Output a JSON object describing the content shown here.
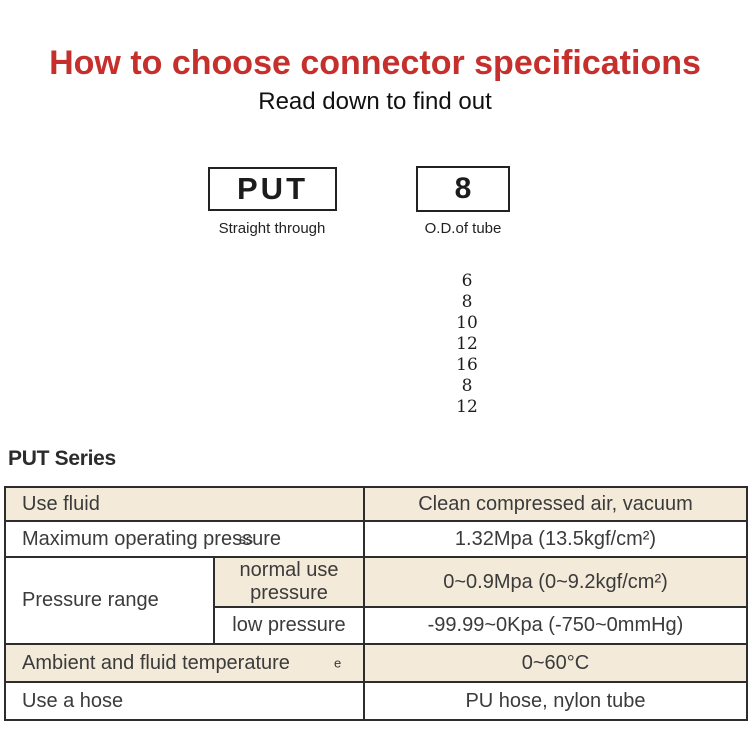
{
  "header": {
    "title": "How to choose connector specifications",
    "subtitle": "Read down to find out"
  },
  "selector": {
    "type_box": {
      "code": "PUT",
      "caption": "Straight through"
    },
    "size_box": {
      "value": "8",
      "caption": "O.D.of tube"
    },
    "size_options": [
      "6",
      "8",
      "10",
      "12",
      "16",
      "8",
      "12"
    ]
  },
  "series_heading": "PUT Series",
  "spec_table": {
    "use_fluid": {
      "label": "Use fluid",
      "value": "Clean compressed air, vacuum"
    },
    "max_pressure": {
      "label": "Maximum operating pressure",
      "overlap_artifact": "ss",
      "value": "1.32Mpa (13.5kgf/cm²)"
    },
    "pressure_range": {
      "label": "Pressure range",
      "normal": {
        "label": "normal use pressure",
        "value": "0~0.9Mpa (0~9.2kgf/cm²)"
      },
      "low": {
        "label": "low pressure",
        "value": "-99.99~0Kpa (-750~0mmHg)"
      }
    },
    "temperature": {
      "label": "Ambient and fluid temperature",
      "overlap_artifact": "e",
      "value": "0~60°C"
    },
    "hose": {
      "label": "Use a hose",
      "value": "PU hose, nylon tube"
    }
  },
  "colors": {
    "accent_red": "#c5302c",
    "table_row_beige": "#f3ead9",
    "table_border": "#2d2d2d",
    "text_dark": "#3b3b3b"
  }
}
